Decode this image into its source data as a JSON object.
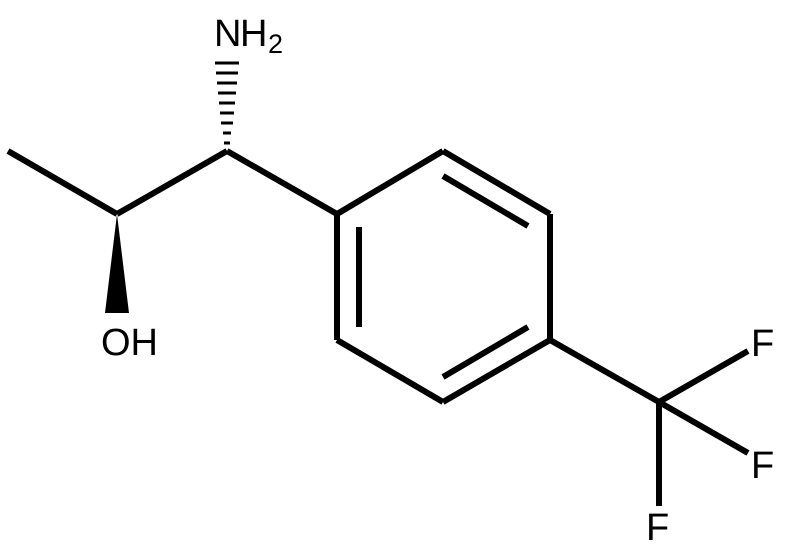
{
  "molecule": {
    "atoms": {
      "amine": {
        "label": "N",
        "subscript": "H",
        "count": "2"
      },
      "hydroxyl": {
        "label": "OH"
      },
      "fluorine_1": {
        "label": "F"
      },
      "fluorine_2": {
        "label": "F"
      },
      "fluorine_3": {
        "label": "F"
      }
    },
    "stereo": {
      "c1_to_nh2": "hashed-wedge",
      "c2_to_oh": "solid-wedge"
    },
    "colors": {
      "ink": "#000000",
      "background": "#ffffff"
    }
  }
}
